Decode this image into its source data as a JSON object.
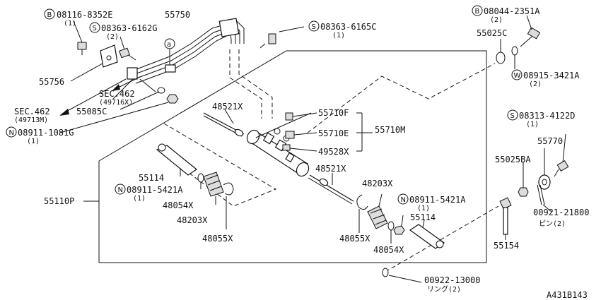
{
  "labels": {
    "b08116": "08116-8352E",
    "b08116_qty": "(1)",
    "s08363_g": "08363-6162G",
    "s08363_g_qty": "(2)",
    "p55750": "55750",
    "s08363_c": "08363-6165C",
    "s08363_c_qty": "(1)",
    "b08044": "08044-2351A",
    "b08044_qty": "(2)",
    "p55025c": "55025C",
    "w08915": "08915-3421A",
    "w08915_qty": "(2)",
    "p55756": "55756",
    "sec462a": "SEC.462",
    "sec462a_sub": "(49716X)",
    "sec462b": "SEC.462",
    "sec462b_sub": "(49713M)",
    "p55085c": "55085C",
    "n08911_g": "08911-1081G",
    "n08911_g_qty": "(1)",
    "p48521x_a": "48521X",
    "p55710f": "55710F",
    "p55710e": "55710E",
    "p55710m": "55710M",
    "p49528x": "49528X",
    "s08313": "08313-4122D",
    "s08313_qty": "(1)",
    "p55770": "55770",
    "p55025ba": "55025BA",
    "p55114_a": "55114",
    "n08911_a1": "08911-5421A",
    "n08911_a1_qty": "(1)",
    "p48521x_b": "48521X",
    "p55110p": "55110P",
    "p48054x_a": "48054X",
    "p48203x_a": "48203X",
    "p48055x_a": "48055X",
    "p48203x_b": "48203X",
    "n08911_a2": "08911-5421A",
    "n08911_a2_qty": "(1)",
    "p55114_b": "55114",
    "p48055x_b": "48055X",
    "p48054x_b": "48054X",
    "p00921": "00921-21800",
    "p00921_sub": "ピン(2)",
    "p55154": "55154",
    "p00922": "00922-13000",
    "p00922_sub": "リング(2)",
    "ref_a": "a",
    "drawing_code": "A431B143"
  },
  "prefix_marks": {
    "b": "B",
    "s": "S",
    "w": "W",
    "n": "N"
  }
}
